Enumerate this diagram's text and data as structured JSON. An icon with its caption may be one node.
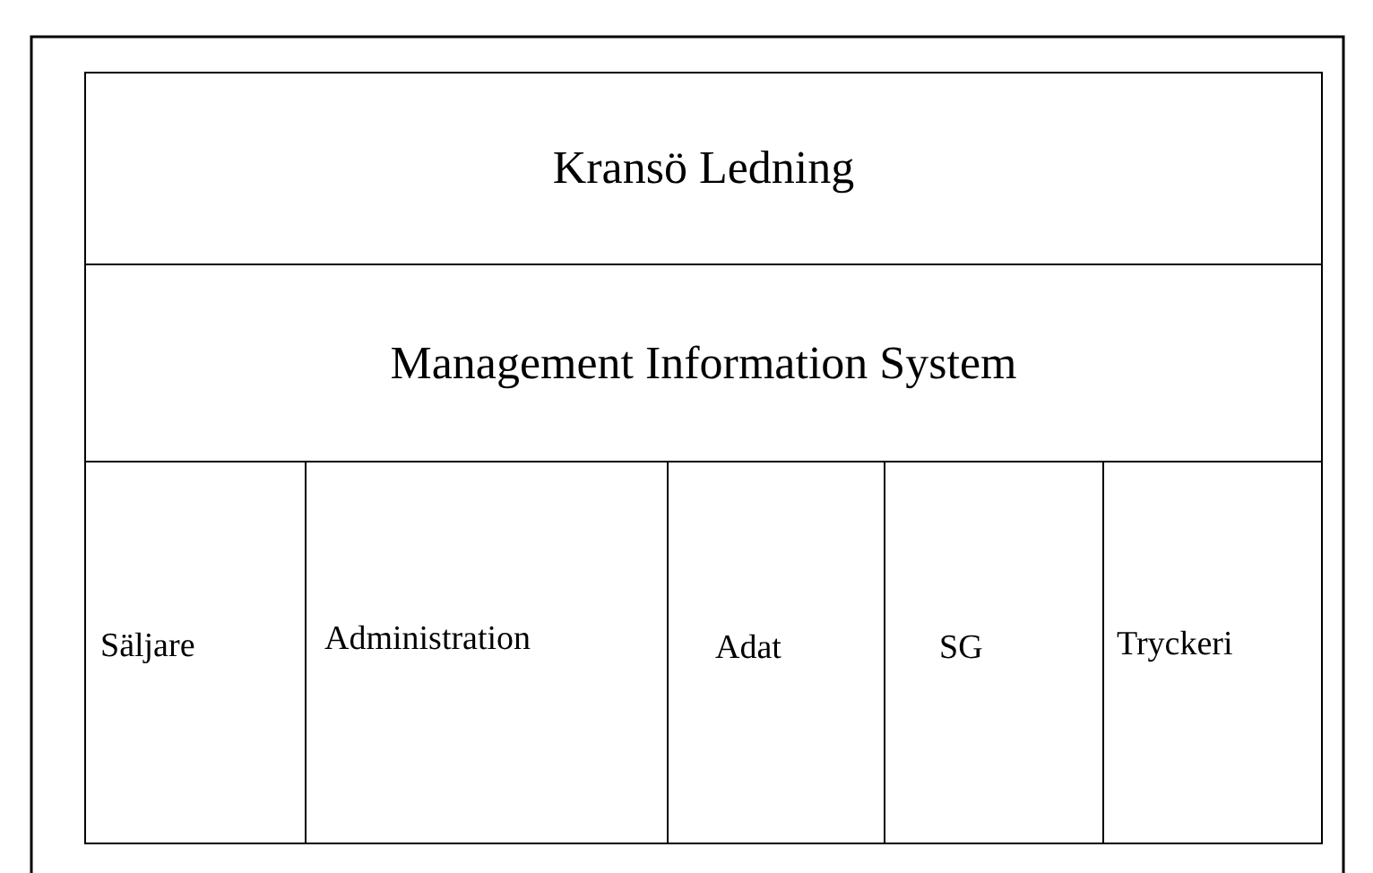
{
  "diagram": {
    "nodes": [
      {
        "text": [
          "Kransö Ledning"
        ]
      },
      {
        "text": [
          "Management Information System"
        ]
      },
      {
        "text": [
          "Säljare"
        ]
      },
      {
        "text": [
          "Administration"
        ]
      },
      {
        "text": [
          "Adat"
        ]
      },
      {
        "text": [
          "SG"
        ]
      },
      {
        "text": [
          "Tryckeri"
        ]
      }
    ]
  }
}
